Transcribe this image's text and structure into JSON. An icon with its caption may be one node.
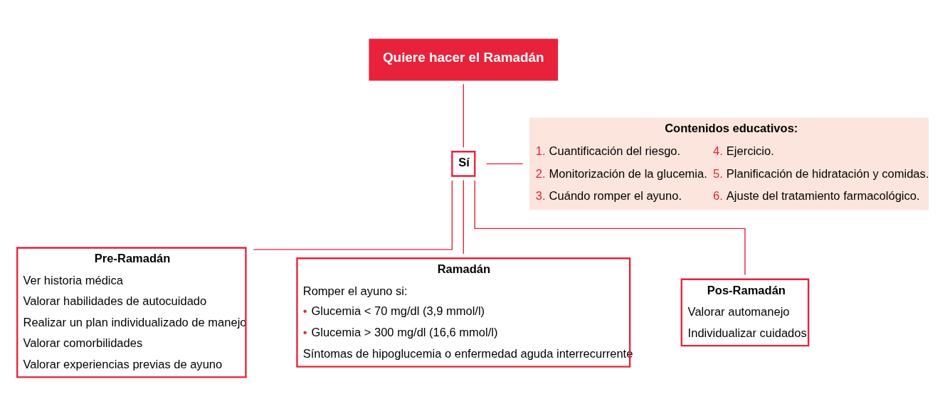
{
  "diagram": {
    "nodes": [
      {
        "text": [
          "Quiere hacer el Ramadán"
        ]
      },
      {
        "text": [
          "Sí"
        ]
      },
      {
        "text": [
          "Contenidos educativos:",
          "1. Cuantificación del riesgo.",
          "2. Monitorización de la glucemia.",
          "3. Cuándo romper el ayuno.",
          "4. Ejercicio.",
          "5. Planificación de hidratación y comidas.",
          "6. Ajuste del tratamiento farmacológico."
        ]
      },
      {
        "text": [
          "Pre-Ramadán",
          "Ver historia médica",
          "Valorar habilidades de autocuidado",
          "Realizar un plan individualizado de manejo",
          "Valorar comorbilidades",
          "Valorar experiencias previas de ayuno"
        ]
      },
      {
        "text": [
          "Ramadán",
          "Romper el ayuno si:",
          "• Glucemia < 70 mg/dl (3,9 mmol/l)",
          "• Glucemia > 300 mg/dl (16,6 mmol/l)",
          "Síntomas de hipoglucemia o enfermedad aguda interrecurrente"
        ]
      },
      {
        "text": [
          "Pos-Ramadán",
          "Valorar automanejo",
          "Individualizar cuidados"
        ]
      }
    ],
    "edges": [
      {
        "from": 0,
        "to": 1,
        "arrow": "none"
      },
      {
        "from": 1,
        "to": 2,
        "arrow": "none"
      },
      {
        "from": 1,
        "to": 3,
        "arrow": "none"
      },
      {
        "from": 1,
        "to": 4,
        "arrow": "none"
      },
      {
        "from": 1,
        "to": 5,
        "arrow": "none"
      }
    ]
  }
}
